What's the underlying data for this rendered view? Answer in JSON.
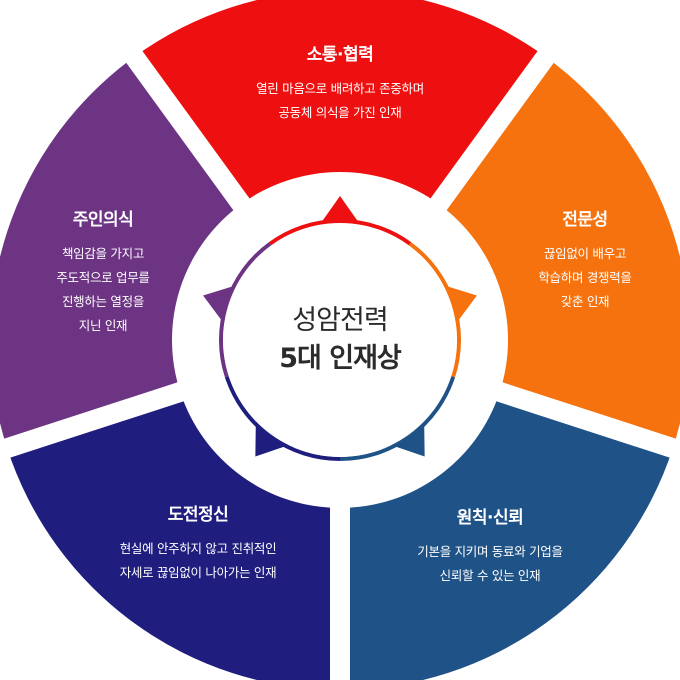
{
  "center": {
    "line1": "성암전력",
    "line2": "5대 인재상"
  },
  "segments": [
    {
      "key": "communication",
      "title": "소통·협력",
      "lines": [
        "열린 마음으로 배려하고 존중하며",
        "공동체 의식을 가진 인재"
      ],
      "color": "#EE1010"
    },
    {
      "key": "expertise",
      "title": "전문성",
      "lines": [
        "끊임없이 배우고",
        "학습하며 경쟁력을",
        "갖춘 인재"
      ],
      "color": "#F5720F"
    },
    {
      "key": "integrity",
      "title": "원칙·신뢰",
      "lines": [
        "기본을 지키며 동료와 기업을",
        "신뢰할 수 있는 인재"
      ],
      "color": "#1F5287"
    },
    {
      "key": "challenge",
      "title": "도전정신",
      "lines": [
        "현실에 안주하지 않고 진취적인",
        "자세로 끊임없이 나아가는 인재"
      ],
      "color": "#1F1D7E"
    },
    {
      "key": "ownership",
      "title": "주인의식",
      "lines": [
        "책임감을 가지고",
        "주도적으로 업무를",
        "진행하는 열정을",
        "지닌 인재"
      ],
      "color": "#6C3483"
    }
  ]
}
